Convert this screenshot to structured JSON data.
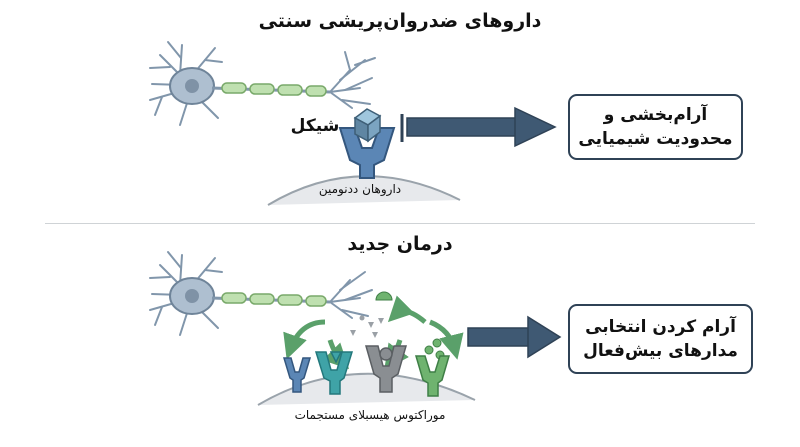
{
  "top": {
    "title": "داروهای ضدروان‌پریشی سنتی",
    "drug_label": "شیکل",
    "receptor_label": "داروهان ددنومین",
    "result_line1": "آرام‌بخشی و",
    "result_line2": "محدودیت شیمیایی"
  },
  "bottom": {
    "title": "درمان جدید",
    "receptor_label": "موراکتوس هیسبلای مستجمات",
    "result_line1": "آرام کردن انتخابی",
    "result_line2": "مدارهای بیش‌فعال"
  },
  "colors": {
    "neuron": "#aebfd0",
    "axon": "#bfe0b0",
    "receptor_blue": "#5b86b5",
    "receptor_teal": "#3fa3a7",
    "receptor_grey": "#8a8e92",
    "receptor_green": "#6fb36f",
    "arrow": "#2f4256"
  }
}
